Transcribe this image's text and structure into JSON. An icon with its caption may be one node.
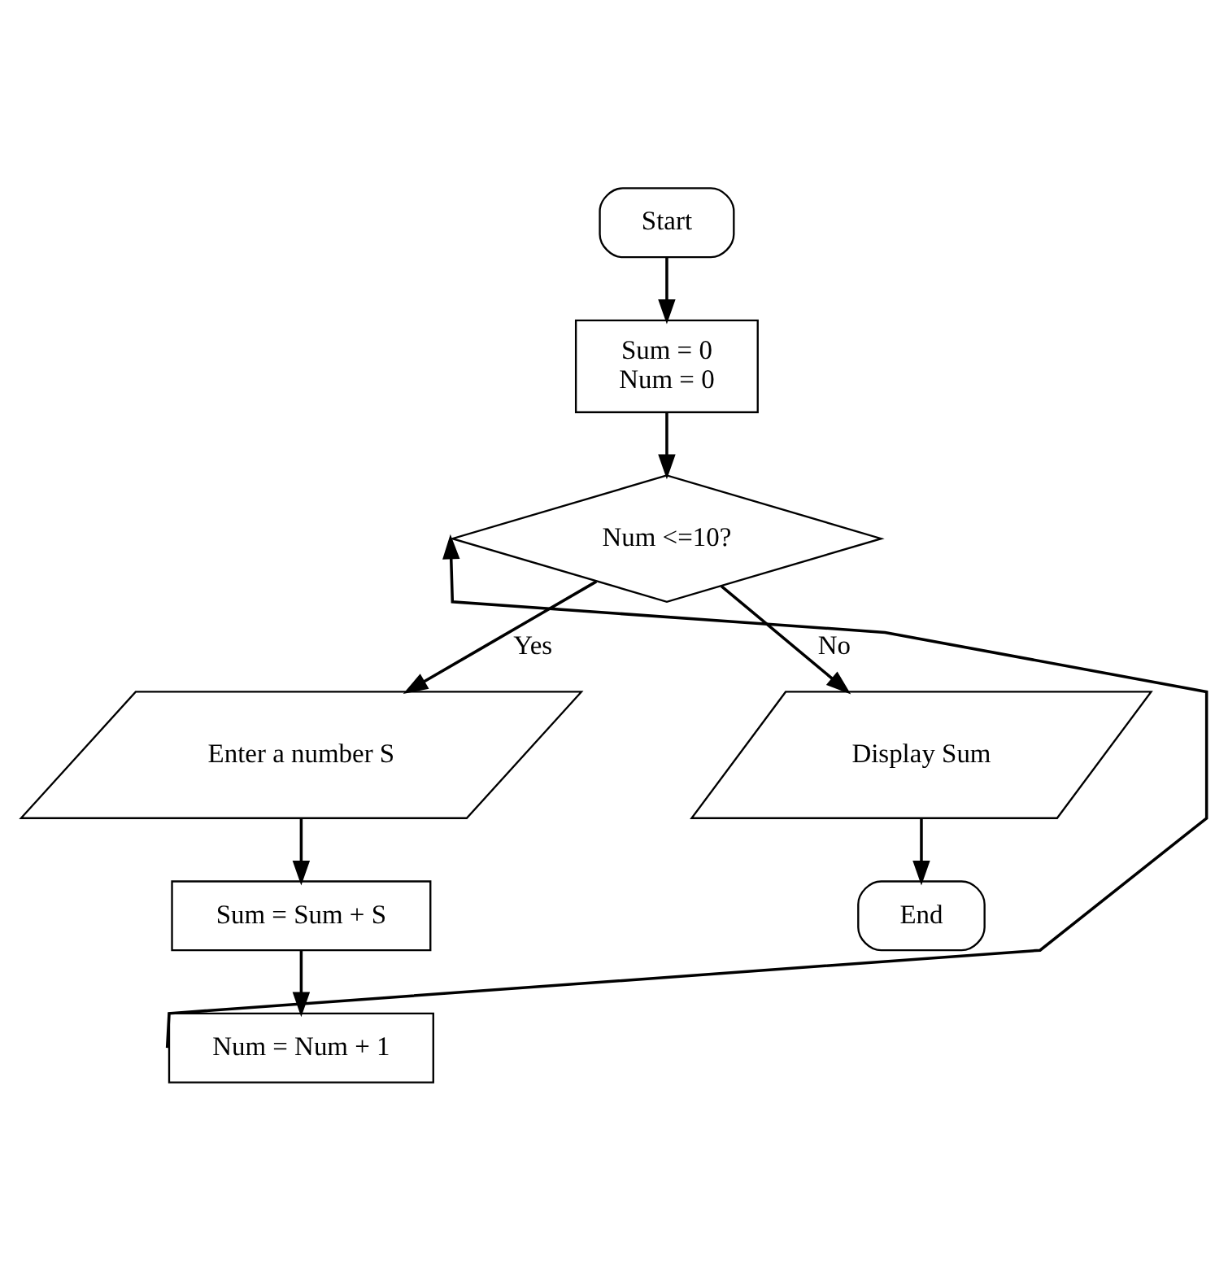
{
  "diagram": {
    "nodes": [
      {
        "text": [
          "Start"
        ]
      },
      {
        "text": [
          "Sum = 0",
          "Num = 0"
        ]
      },
      {
        "text": [
          "Num <=10?"
        ]
      },
      {
        "text": [
          "Enter a number S"
        ]
      },
      {
        "text": [
          "Sum = Sum + S"
        ]
      },
      {
        "text": [
          "Num = Num + 1"
        ]
      },
      {
        "text": [
          "Display Sum"
        ]
      },
      {
        "text": [
          "End"
        ]
      }
    ],
    "edges": [
      {
        "from": 0,
        "to": 1,
        "arrow": "to"
      },
      {
        "from": 1,
        "to": 2,
        "arrow": "to"
      },
      {
        "from": 2,
        "to": 3,
        "arrow": "to",
        "label": "Yes"
      },
      {
        "from": 2,
        "to": 6,
        "arrow": "to",
        "label": "No"
      },
      {
        "from": 3,
        "to": 4,
        "arrow": "to"
      },
      {
        "from": 4,
        "to": 5,
        "arrow": "to"
      },
      {
        "from": 5,
        "to": 2,
        "arrow": "to"
      },
      {
        "from": 6,
        "to": 7,
        "arrow": "to"
      }
    ]
  }
}
